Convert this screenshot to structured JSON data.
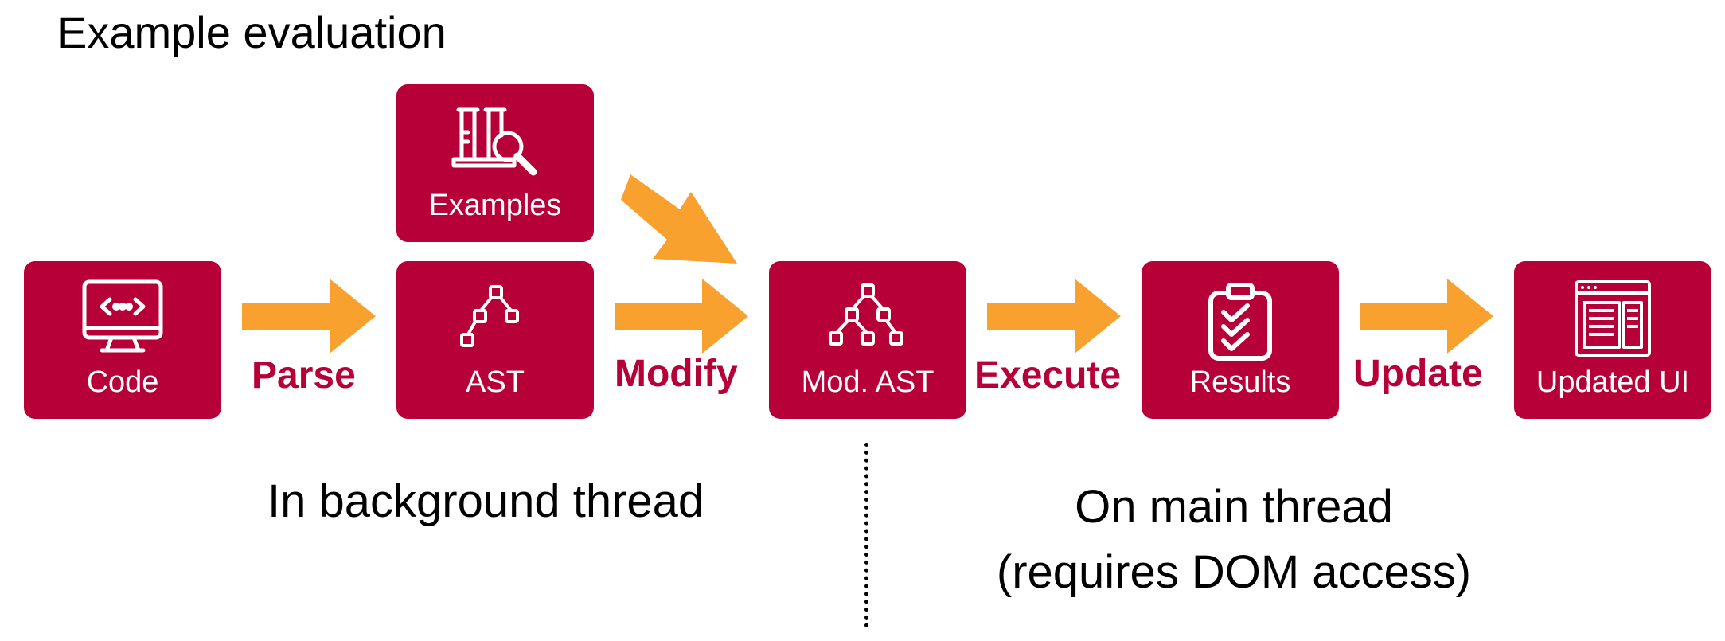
{
  "title": "Example evaluation",
  "colors": {
    "box": "#b80038",
    "arrow": "#f9a12e",
    "step_label": "#b80038"
  },
  "boxes": {
    "code": {
      "label": "Code",
      "icon": "monitor-code-icon"
    },
    "examples": {
      "label": "Examples",
      "icon": "lab-beakers-magnifier-icon"
    },
    "ast": {
      "label": "AST",
      "icon": "tree-icon"
    },
    "mod_ast": {
      "label": "Mod. AST",
      "icon": "tree-icon"
    },
    "results": {
      "label": "Results",
      "icon": "clipboard-checklist-icon"
    },
    "updated_ui": {
      "label": "Updated UI",
      "icon": "window-layout-icon"
    }
  },
  "steps": {
    "parse": "Parse",
    "modify": "Modify",
    "execute": "Execute",
    "update": "Update"
  },
  "captions": {
    "background": "In background thread",
    "main_line1": "On main thread",
    "main_line2": "(requires DOM access)"
  }
}
